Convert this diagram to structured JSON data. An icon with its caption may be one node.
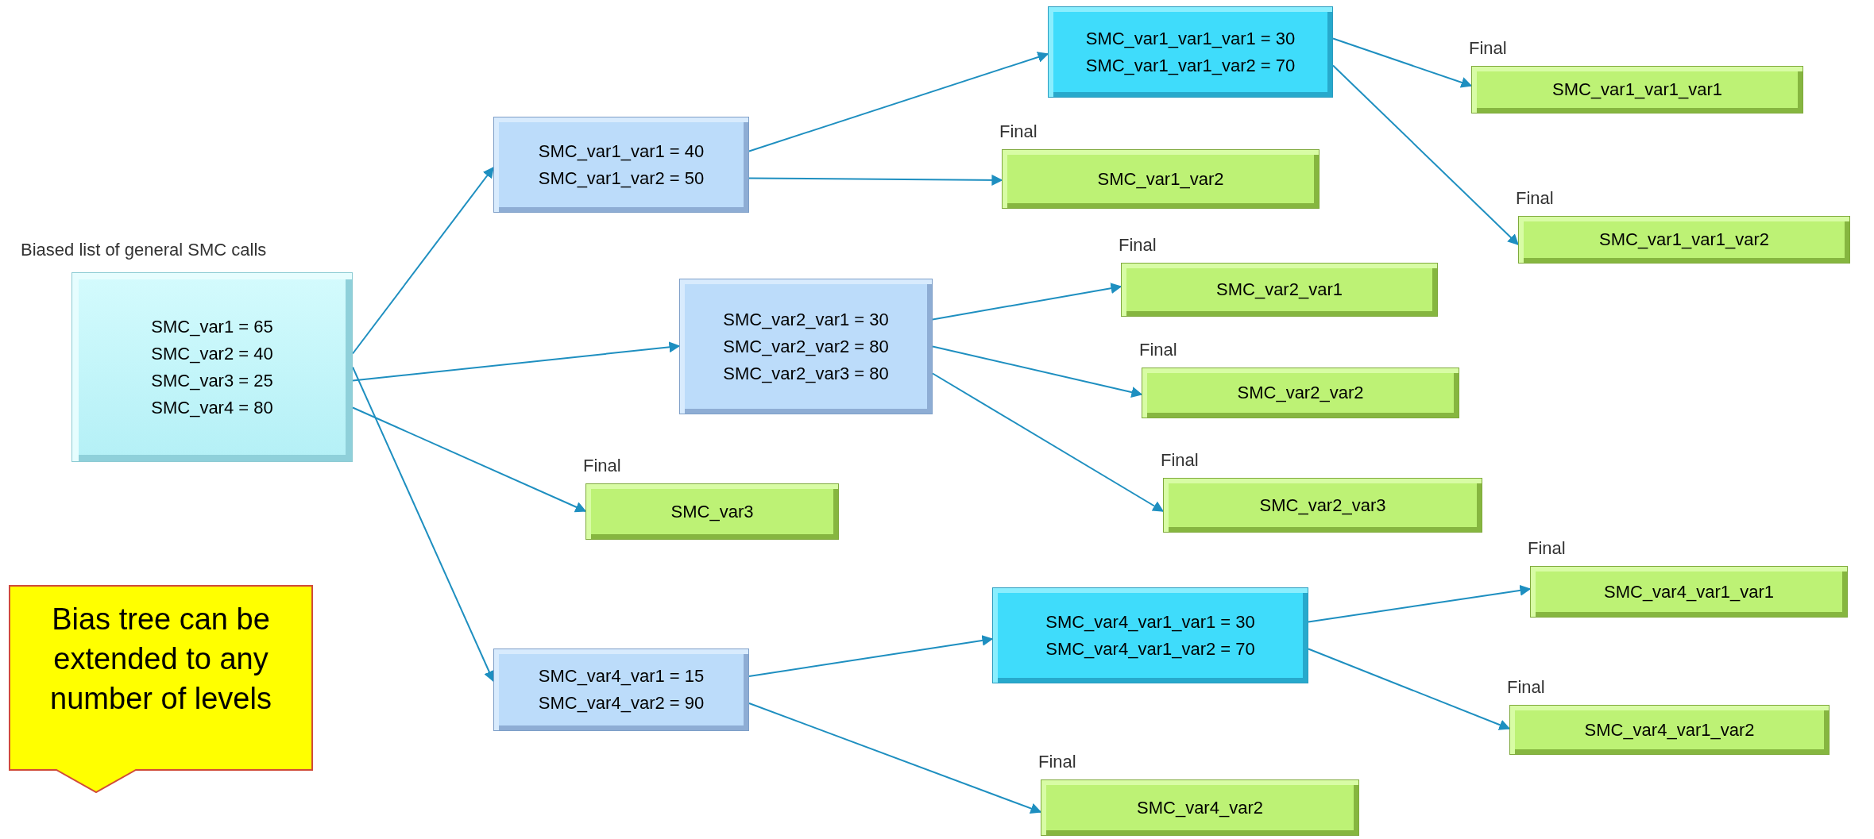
{
  "diagram": {
    "nodes": [
      {
        "text": [
          "Biased list of general SMC calls",
          "SMC_var1 = 65",
          "SMC_var2 = 40",
          "SMC_var3 = 25",
          "SMC_var4 = 80"
        ]
      },
      {
        "text": [
          "SMC_var1_var1 = 40",
          "SMC_var1_var2 = 50"
        ]
      },
      {
        "text": [
          "SMC_var1_var1_var1 = 30",
          "SMC_var1_var1_var2 = 70"
        ]
      },
      {
        "text": [
          "Final",
          "SMC_var1_var1_var1"
        ]
      },
      {
        "text": [
          "Final",
          "SMC_var1_var2"
        ]
      },
      {
        "text": [
          "Final",
          "SMC_var1_var1_var2"
        ]
      },
      {
        "text": [
          "SMC_var2_var1 = 30",
          "SMC_var2_var2 = 80",
          "SMC_var2_var3 = 80"
        ]
      },
      {
        "text": [
          "Final",
          "SMC_var2_var1"
        ]
      },
      {
        "text": [
          "Final",
          "SMC_var2_var2"
        ]
      },
      {
        "text": [
          "Final",
          "SMC_var3"
        ]
      },
      {
        "text": [
          "Final",
          "SMC_var2_var3"
        ]
      },
      {
        "text": [
          "Bias tree can be extended to any number of levels"
        ]
      },
      {
        "text": [
          "SMC_var4_var1_var1 = 30",
          "SMC_var4_var1_var2 = 70"
        ]
      },
      {
        "text": [
          "Final",
          "SMC_var4_var1_var1"
        ]
      },
      {
        "text": [
          "SMC_var4_var1 = 15",
          "SMC_var4_var2 = 90"
        ]
      },
      {
        "text": [
          "Final",
          "SMC_var4_var1_var2"
        ]
      },
      {
        "text": [
          "Final",
          "SMC_var4_var2"
        ]
      }
    ],
    "edges": [
      {
        "from": 0,
        "to": 1,
        "arrow": "to"
      },
      {
        "from": 0,
        "to": 6,
        "arrow": "to"
      },
      {
        "from": 0,
        "to": 9,
        "arrow": "to"
      },
      {
        "from": 0,
        "to": 14,
        "arrow": "to"
      },
      {
        "from": 1,
        "to": 2,
        "arrow": "to"
      },
      {
        "from": 1,
        "to": 4,
        "arrow": "to"
      },
      {
        "from": 2,
        "to": 3,
        "arrow": "to"
      },
      {
        "from": 2,
        "to": 5,
        "arrow": "to"
      },
      {
        "from": 6,
        "to": 7,
        "arrow": "to"
      },
      {
        "from": 6,
        "to": 8,
        "arrow": "to"
      },
      {
        "from": 6,
        "to": 10,
        "arrow": "to"
      },
      {
        "from": 14,
        "to": 12,
        "arrow": "to"
      },
      {
        "from": 14,
        "to": 16,
        "arrow": "to"
      },
      {
        "from": 12,
        "to": 13,
        "arrow": "to"
      },
      {
        "from": 12,
        "to": 15,
        "arrow": "to"
      }
    ]
  }
}
